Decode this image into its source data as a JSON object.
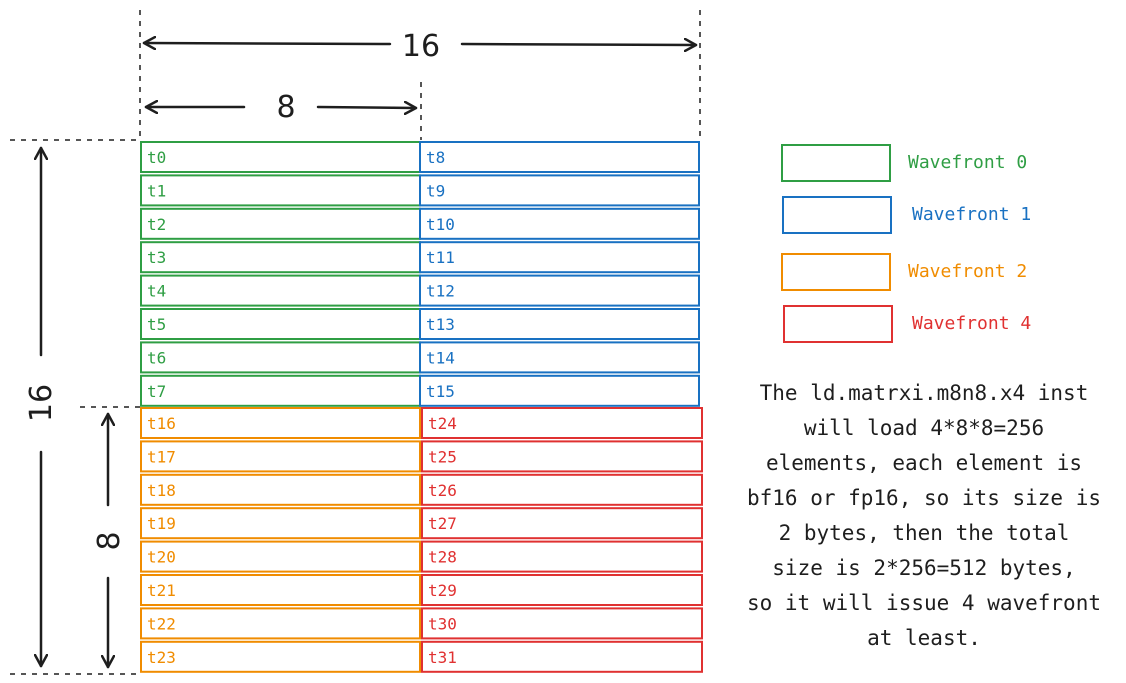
{
  "dimensions": {
    "top_width": "16",
    "half_width": "8",
    "left_height": "16",
    "half_height": "8"
  },
  "colors": {
    "wavefront_0": "#2f9e44",
    "wavefront_1": "#1971c2",
    "wavefront_2": "#f08c00",
    "wavefront_4": "#e03131",
    "ink": "#1e1e1e"
  },
  "blocks": {
    "top_left": [
      "t0",
      "t1",
      "t2",
      "t3",
      "t4",
      "t5",
      "t6",
      "t7"
    ],
    "top_right": [
      "t8",
      "t9",
      "t10",
      "t11",
      "t12",
      "t13",
      "t14",
      "t15"
    ],
    "bottom_left": [
      "t16",
      "t17",
      "t18",
      "t19",
      "t20",
      "t21",
      "t22",
      "t23"
    ],
    "bottom_right": [
      "t24",
      "t25",
      "t26",
      "t27",
      "t28",
      "t29",
      "t30",
      "t31"
    ]
  },
  "legend": [
    {
      "label": "Wavefront 0",
      "color": "#2f9e44"
    },
    {
      "label": "Wavefront 1",
      "color": "#1971c2"
    },
    {
      "label": "Wavefront 2",
      "color": "#f08c00"
    },
    {
      "label": "Wavefront 4",
      "color": "#e03131"
    }
  ],
  "note": "The ld.matrxi.m8n8.x4 inst\nwill load 4*8*8=256\nelements, each element is\nbf16 or fp16, so its size is\n2 bytes, then the total\nsize is 2*256=512 bytes,\nso it will issue 4 wavefront\nat least."
}
